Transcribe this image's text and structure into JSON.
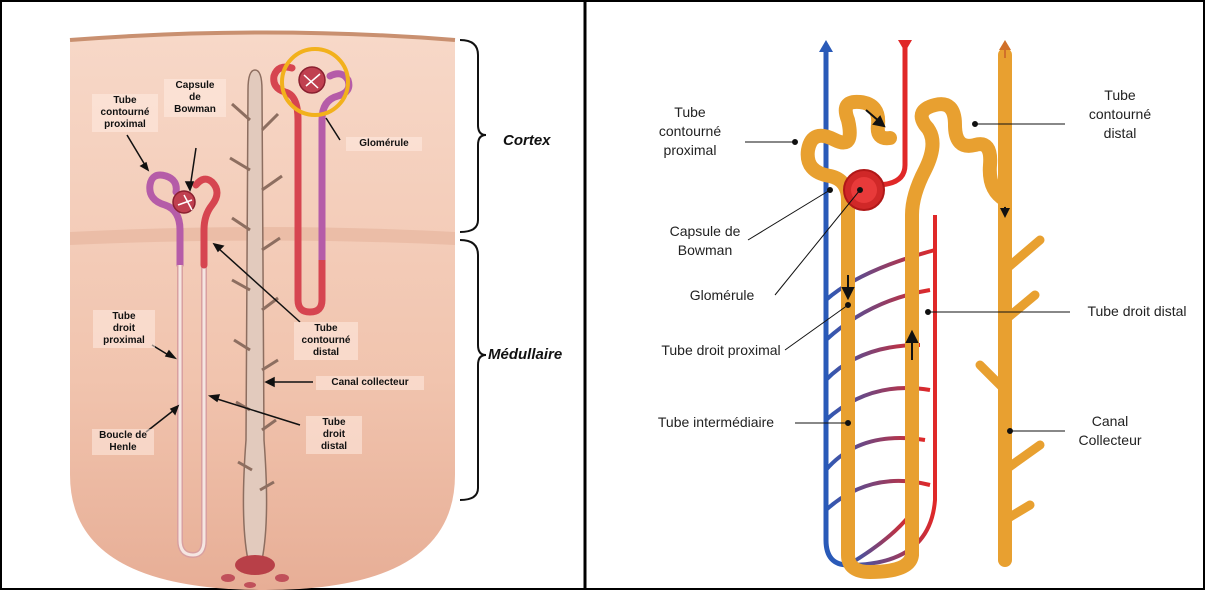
{
  "left_panel": {
    "labels": {
      "tube_contourne_proximal": "Tube\ncontourné\nproximal",
      "capsule_bowman": "Capsule\nde\nBowman",
      "glomerule": "Glomérule",
      "tube_droit_proximal": "Tube\ndroit\nproximal",
      "tube_contourne_distal": "Tube\ncontourné\ndistal",
      "canal_collecteur": "Canal collecteur",
      "boucle_henle": "Boucle de\nHenle",
      "tube_droit_distal": "Tube\ndroit\ndistal"
    },
    "regions": {
      "cortex": "Cortex",
      "medullaire": "Médullaire"
    }
  },
  "right_panel": {
    "labels": {
      "tube_contourne_proximal": "Tube\ncontourné\nproximal",
      "capsule_bowman": "Capsule de\nBowman",
      "glomerule": "Glomérule",
      "tube_droit_proximal": "Tube droit proximal",
      "tube_intermediaire": "Tube intermédiaire",
      "tube_contourne_distal": "Tube\ncontourné\ndistal",
      "tube_droit_distal": "Tube droit distal",
      "canal_collecteur": "Canal\nCollecteur"
    }
  },
  "colors": {
    "cortex": "#f5d0c0",
    "medulla": "#eebfa8",
    "proximal_tube": "#b55ca8",
    "distal_tube": "#d64550",
    "collecting_duct": "#d9bfb0",
    "highlight_ring": "#f2b11c",
    "nephron_orange": "#e8a030",
    "artery_red": "#e02828",
    "vein_blue": "#2a5ab8"
  }
}
